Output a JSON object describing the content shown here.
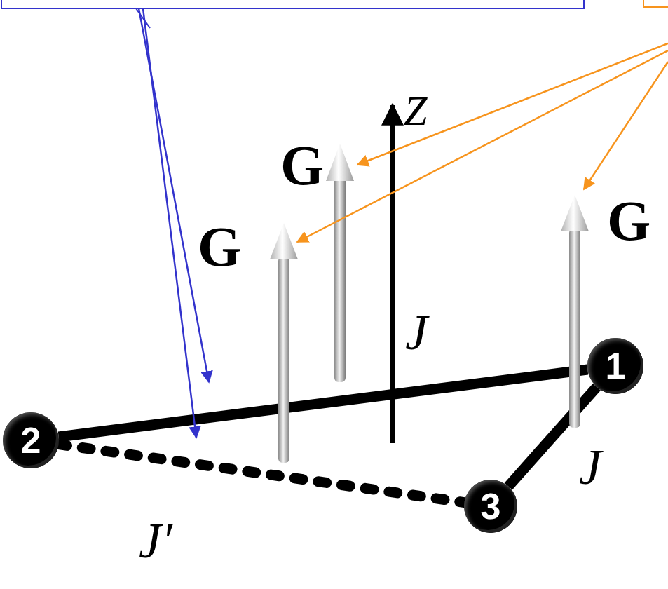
{
  "diagram": {
    "nodes": [
      {
        "text": [
          "1"
        ]
      },
      {
        "text": [
          "2"
        ]
      },
      {
        "text": [
          "3"
        ]
      }
    ],
    "edges": [
      {
        "from": 0,
        "to": 1,
        "arrow": "none",
        "label": "J"
      },
      {
        "from": 0,
        "to": 2,
        "arrow": "none",
        "label": "J"
      },
      {
        "from": 1,
        "to": 2,
        "arrow": "none",
        "label": "J′"
      }
    ],
    "labels": [
      "Z",
      "G",
      "G",
      "G"
    ]
  }
}
